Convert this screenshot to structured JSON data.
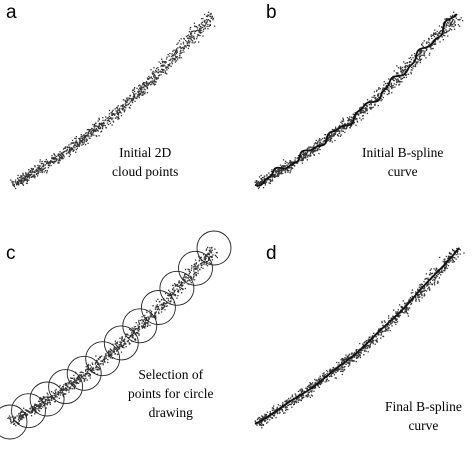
{
  "panels": [
    {
      "id": "a",
      "letter": "a",
      "caption": [
        "Initial 2D",
        "cloud points"
      ],
      "spline": "none",
      "circles": false
    },
    {
      "id": "b",
      "letter": "b",
      "caption": [
        "Initial B-spline",
        "curve"
      ],
      "spline": "wavy",
      "circles": false
    },
    {
      "id": "c",
      "letter": "c",
      "caption": [
        "Selection of",
        "points for circle",
        "drawing"
      ],
      "spline": "none",
      "circles": true
    },
    {
      "id": "d",
      "letter": "d",
      "caption": [
        "Final B-spline",
        "curve"
      ],
      "spline": "smooth",
      "circles": false
    }
  ],
  "colors": {
    "points": "#333333",
    "curve": "#111111",
    "circle": "#222222",
    "background": "#ffffff"
  }
}
